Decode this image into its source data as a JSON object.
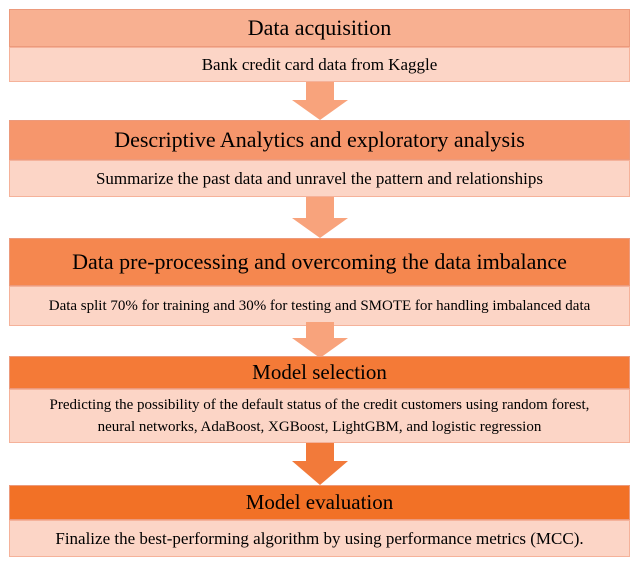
{
  "steps": [
    {
      "title": "Data acquisition",
      "detail": "Bank credit card data from Kaggle",
      "header_color": "#f8b091"
    },
    {
      "title": "Descriptive Analytics and exploratory analysis",
      "detail": "Summarize the past data and unravel the pattern and relationships",
      "header_color": "#f6966c"
    },
    {
      "title": "Data pre-processing and overcoming the data imbalance",
      "detail": "Data split 70% for training and 30% for testing and SMOTE for handling imbalanced data",
      "header_color": "#f5874f"
    },
    {
      "title": "Model selection",
      "detail_lines": [
        "Predicting the possibility of the default status of the credit customers using random forest,",
        "neural networks, AdaBoost, XGBoost, LightGBM, and logistic regression"
      ],
      "header_color": "#f47a37"
    },
    {
      "title": "Model evaluation",
      "detail": "Finalize the best-performing algorithm by using performance metrics (MCC).",
      "header_color": "#f27126"
    }
  ],
  "colors": {
    "detail_fill": "#fcd5c6",
    "arrow": "#f8a37c"
  }
}
